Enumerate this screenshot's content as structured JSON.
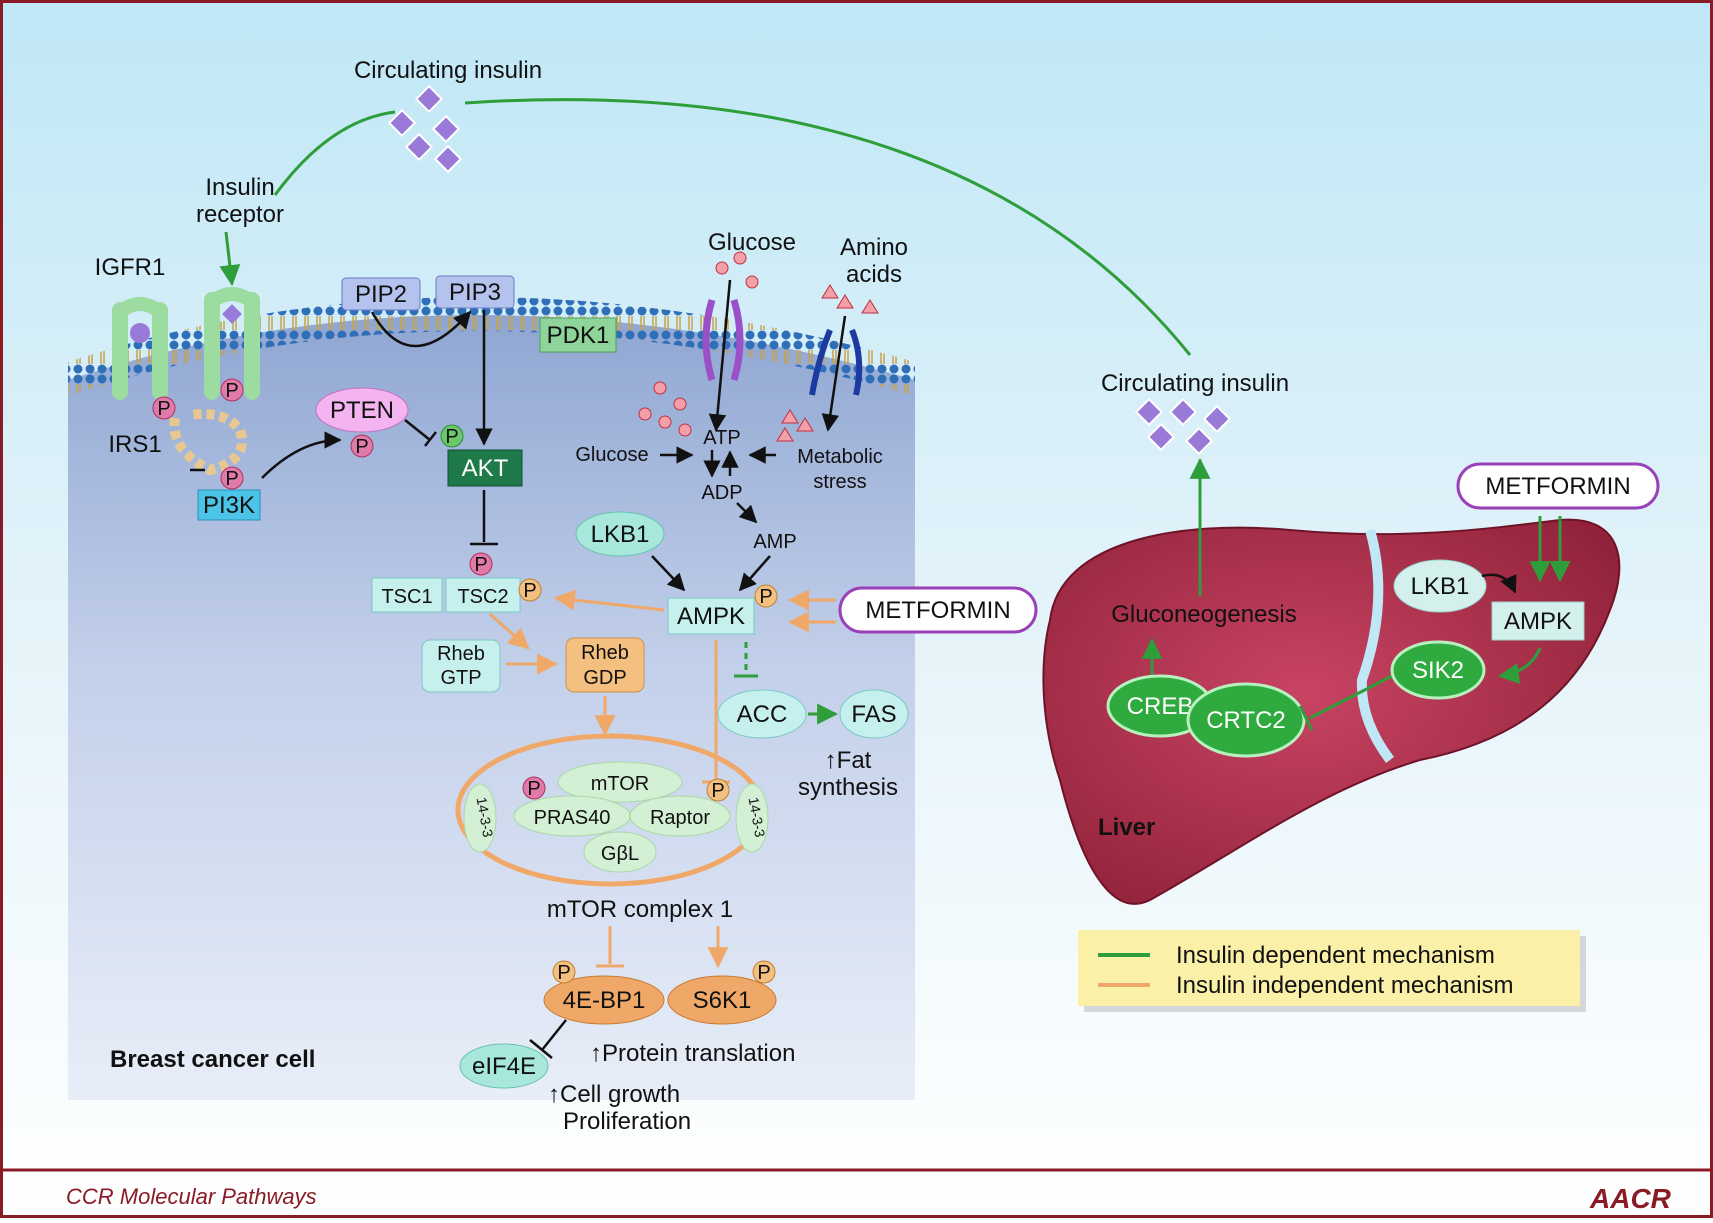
{
  "labels": {
    "circulating_insulin_top": "Circulating insulin",
    "insulin_receptor_line1": "Insulin",
    "insulin_receptor_line2": "receptor",
    "igfr1": "IGFR1",
    "irs1": "IRS1",
    "pi3k": "PI3K",
    "pten": "PTEN",
    "pip2": "PIP2",
    "pip3": "PIP3",
    "pdk1": "PDK1",
    "akt": "AKT",
    "glucose_top": "Glucose",
    "amino_acids_line1": "Amino",
    "amino_acids_line2": "acids",
    "glucose_inner": "Glucose",
    "atp": "ATP",
    "adp": "ADP",
    "amp": "AMP",
    "metabolic_stress_line1": "Metabolic",
    "metabolic_stress_line2": "stress",
    "lkb1_cell": "LKB1",
    "ampk_cell": "AMPK",
    "metformin_cell": "METFORMIN",
    "tsc1": "TSC1",
    "tsc2": "TSC2",
    "rheb_gtp_line1": "Rheb",
    "rheb_gtp_line2": "GTP",
    "rheb_gdp_line1": "Rheb",
    "rheb_gdp_line2": "GDP",
    "acc": "ACC",
    "fas": "FAS",
    "fat_synthesis_line1": "↑Fat",
    "fat_synthesis_line2": "synthesis",
    "mtor": "mTOR",
    "pras40": "PRAS40",
    "raptor": "Raptor",
    "gbl": "GβL",
    "fourteen_three_three": "14-3-3",
    "mtor_complex": "mTOR complex 1",
    "fourebp1": "4E-BP1",
    "s6k1": "S6K1",
    "eif4e": "eIF4E",
    "protein_translation": "↑Protein translation",
    "cell_growth": "↑Cell growth",
    "proliferation": "Proliferation",
    "breast_cancer_cell": "Breast cancer cell",
    "circulating_insulin_liver": "Circulating insulin",
    "metformin_liver": "METFORMIN",
    "gluconeogenesis": "Gluconeogenesis",
    "lkb1_liver": "LKB1",
    "ampk_liver": "AMPK",
    "sik2": "SIK2",
    "creb": "CREB",
    "crtc2": "CRTC2",
    "liver": "Liver",
    "phospho": "P"
  },
  "legend": {
    "insulin_dependent": "Insulin dependent mechanism",
    "insulin_independent": "Insulin independent mechanism"
  },
  "footer": {
    "series": "CCR Molecular Pathways",
    "logo": "AACR"
  },
  "colors": {
    "insulin_dependent": "#2e9e3a",
    "insulin_independent": "#f0a868",
    "liver": "#b03048",
    "frame": "#8a1a24",
    "insulin_molecule": "#9a7ad8"
  }
}
